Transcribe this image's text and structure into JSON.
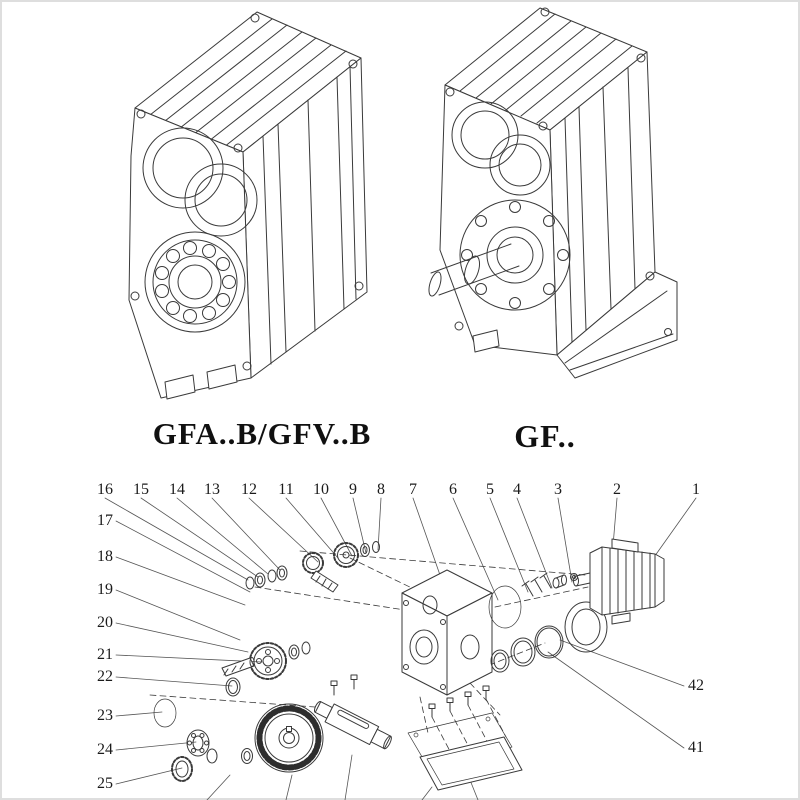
{
  "figures": {
    "left": {
      "caption": "GFA..B/GFV..B"
    },
    "right": {
      "caption": "GF.."
    }
  },
  "exploded": {
    "top_row": [
      "16",
      "15",
      "14",
      "13",
      "12",
      "11",
      "10",
      "9",
      "8",
      "7",
      "6",
      "5",
      "4",
      "3",
      "2",
      "1"
    ],
    "left_col": [
      "17",
      "18",
      "19",
      "20",
      "21",
      "22",
      "23",
      "24",
      "25"
    ],
    "right_col": [
      "42",
      "41"
    ]
  },
  "colors": {
    "line": "#3a3a3a",
    "background": "#ffffff"
  }
}
